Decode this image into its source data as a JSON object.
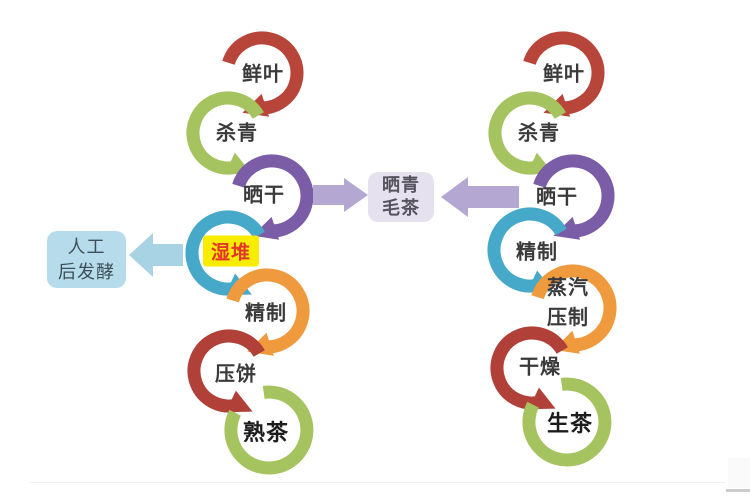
{
  "page": {
    "background": "#ffffff"
  },
  "left_flow": {
    "result": "ripe-tea",
    "steps": [
      {
        "label": "鲜叶",
        "color": "#b8453a"
      },
      {
        "label": "杀青",
        "color": "#a5c35f"
      },
      {
        "label": "晒干",
        "color": "#7a5ca7"
      },
      {
        "label": "湿堆",
        "color": "#47a9c9",
        "highlight_bg": "#f8ec00",
        "highlight_text": "#e5352b"
      },
      {
        "label": "精制",
        "color": "#f09a3e"
      },
      {
        "label": "压饼",
        "color": "#b04038"
      },
      {
        "label": "熟茶",
        "color": "#a5c35f",
        "bold": true
      }
    ]
  },
  "right_flow": {
    "result": "raw-tea",
    "steps": [
      {
        "label": "鲜叶",
        "color": "#b8453a"
      },
      {
        "label": "杀青",
        "color": "#a5c35f"
      },
      {
        "label": "晒干",
        "color": "#7a5ca7"
      },
      {
        "label": "精制",
        "color": "#47a9c9"
      },
      {
        "label": "蒸汽压制",
        "lines": [
          "蒸汽",
          "压制"
        ],
        "color": "#f09a3e"
      },
      {
        "label": "干燥",
        "color": "#b04038"
      },
      {
        "label": "生茶",
        "color": "#a5c35f",
        "bold": true
      }
    ]
  },
  "center_box": {
    "label": "晒青毛茶",
    "lines": [
      "晒青",
      "毛茶"
    ],
    "bg": "#e6e1ef",
    "text_color": "#56525e",
    "arrow_color": "#b4a7d1"
  },
  "side_box": {
    "label": "人工后发酵",
    "lines": [
      "人工",
      "后发酵"
    ],
    "bg": "#b6dcec",
    "text_color": "#3f4e58",
    "arrow_color": "#a8d3e5"
  },
  "label_text_color": "#3a3a3a"
}
